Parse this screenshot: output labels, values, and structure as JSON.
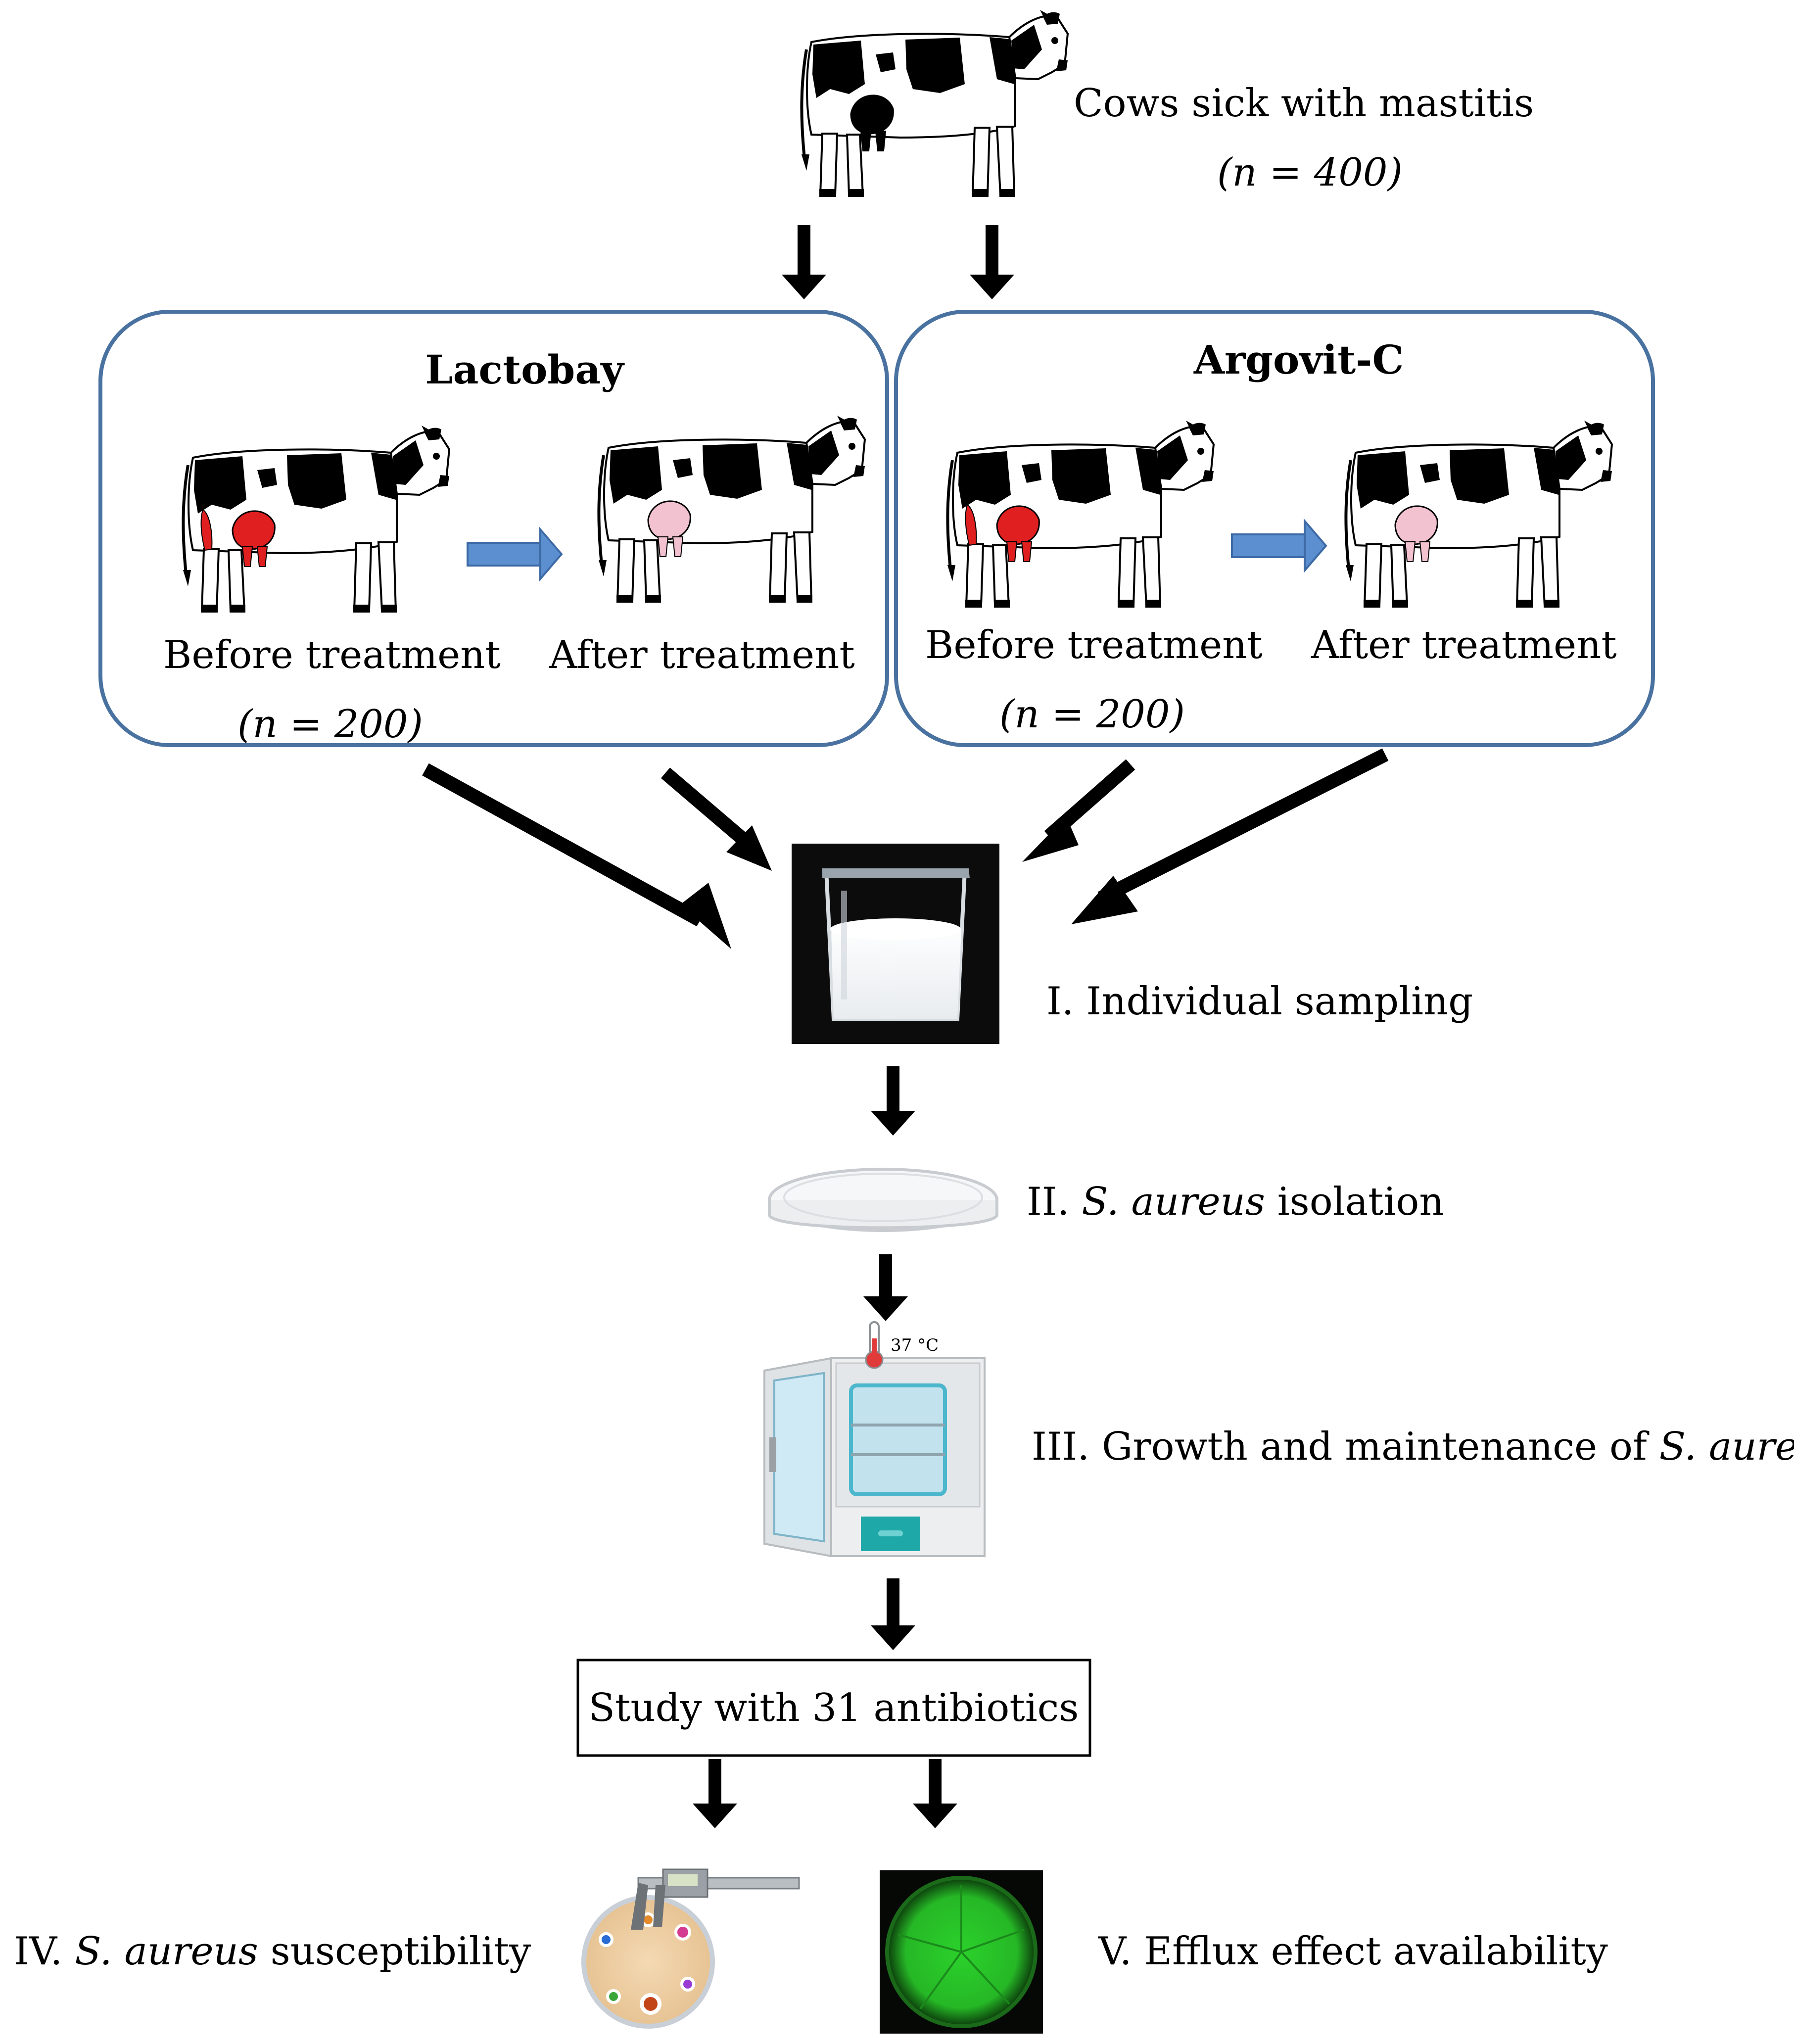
{
  "top": {
    "label": "Cows sick with mastitis",
    "count": "n = 400"
  },
  "groups": [
    {
      "title": "Lactobay",
      "before_label": "Before treatment",
      "after_label": "After treatment",
      "count": "n = 200"
    },
    {
      "title": "Argovit-C",
      "before_label": "Before treatment",
      "after_label": "After treatment",
      "count": "n = 200"
    }
  ],
  "steps": {
    "sampling": "I. Individual sampling",
    "isolation_prefix": "II. ",
    "isolation_species": "S. aureus",
    "isolation_suffix": " isolation",
    "growth_prefix": "III. Growth and maintenance of ",
    "growth_species": "S. aureus",
    "incubator_temp": "37 °C",
    "study_box": "Study with 31 antibiotics",
    "susceptibility_prefix": "IV. ",
    "susceptibility_species": "S. aureus",
    "susceptibility_suffix": " susceptibility",
    "efflux": "V. Efflux effect availability"
  },
  "colors": {
    "group_border": "#4a72a0",
    "blue_arrow": "#5b8fd0",
    "udder_sick": "#e02020",
    "udder_healthy": "#f2c2d0",
    "fluorescent_green": "#39d639"
  }
}
